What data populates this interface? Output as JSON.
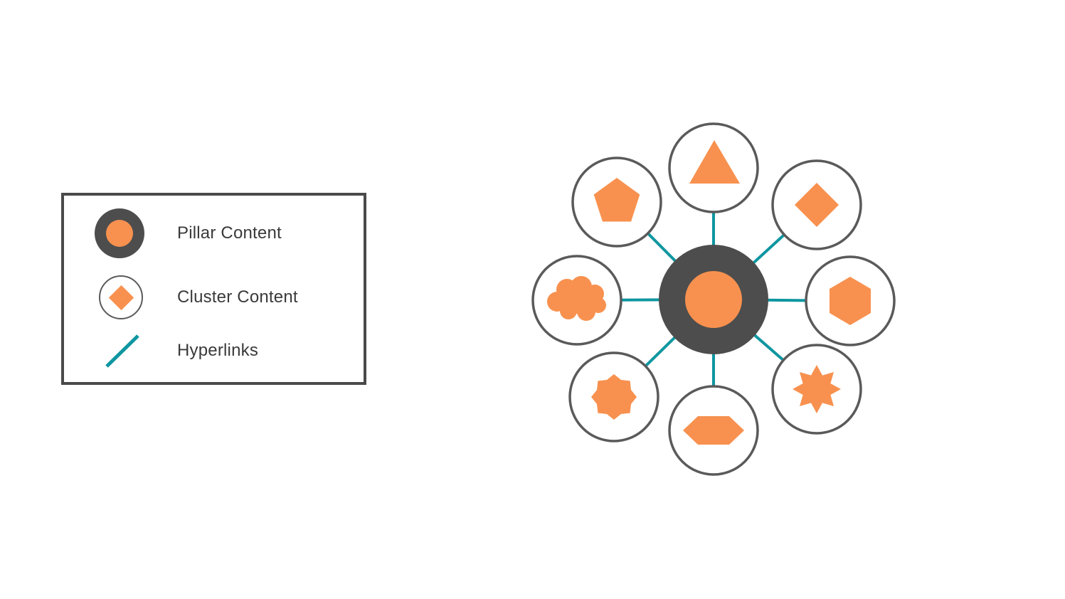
{
  "legend": {
    "items": [
      {
        "id": "pillar",
        "label": "Pillar Content",
        "icon": "pillar-content-icon"
      },
      {
        "id": "cluster",
        "label": "Cluster Content",
        "icon": "cluster-content-icon"
      },
      {
        "id": "hyperlinks",
        "label": "Hyperlinks",
        "icon": "hyperlink-line-icon"
      }
    ]
  },
  "diagram": {
    "hub": {
      "role": "pillar-content",
      "shape": "circle"
    },
    "link_count": 8,
    "nodes": [
      {
        "position": "top",
        "shape": "triangle"
      },
      {
        "position": "top-right",
        "shape": "diamond"
      },
      {
        "position": "right",
        "shape": "hexagon"
      },
      {
        "position": "bottom-right",
        "shape": "eight-point-star"
      },
      {
        "position": "bottom",
        "shape": "wide-hexagon"
      },
      {
        "position": "bottom-left",
        "shape": "eight-point-seal"
      },
      {
        "position": "left",
        "shape": "cloud"
      },
      {
        "position": "top-left",
        "shape": "pentagon"
      }
    ]
  },
  "colors": {
    "orange": "#F8914F",
    "hub_gray": "#4D4D4D",
    "node_border": "#5A5A5A",
    "link_teal": "#0E96A0",
    "legend_border": "#4A4A4A",
    "text": "#3A3A3A",
    "background": "#FFFFFF"
  }
}
